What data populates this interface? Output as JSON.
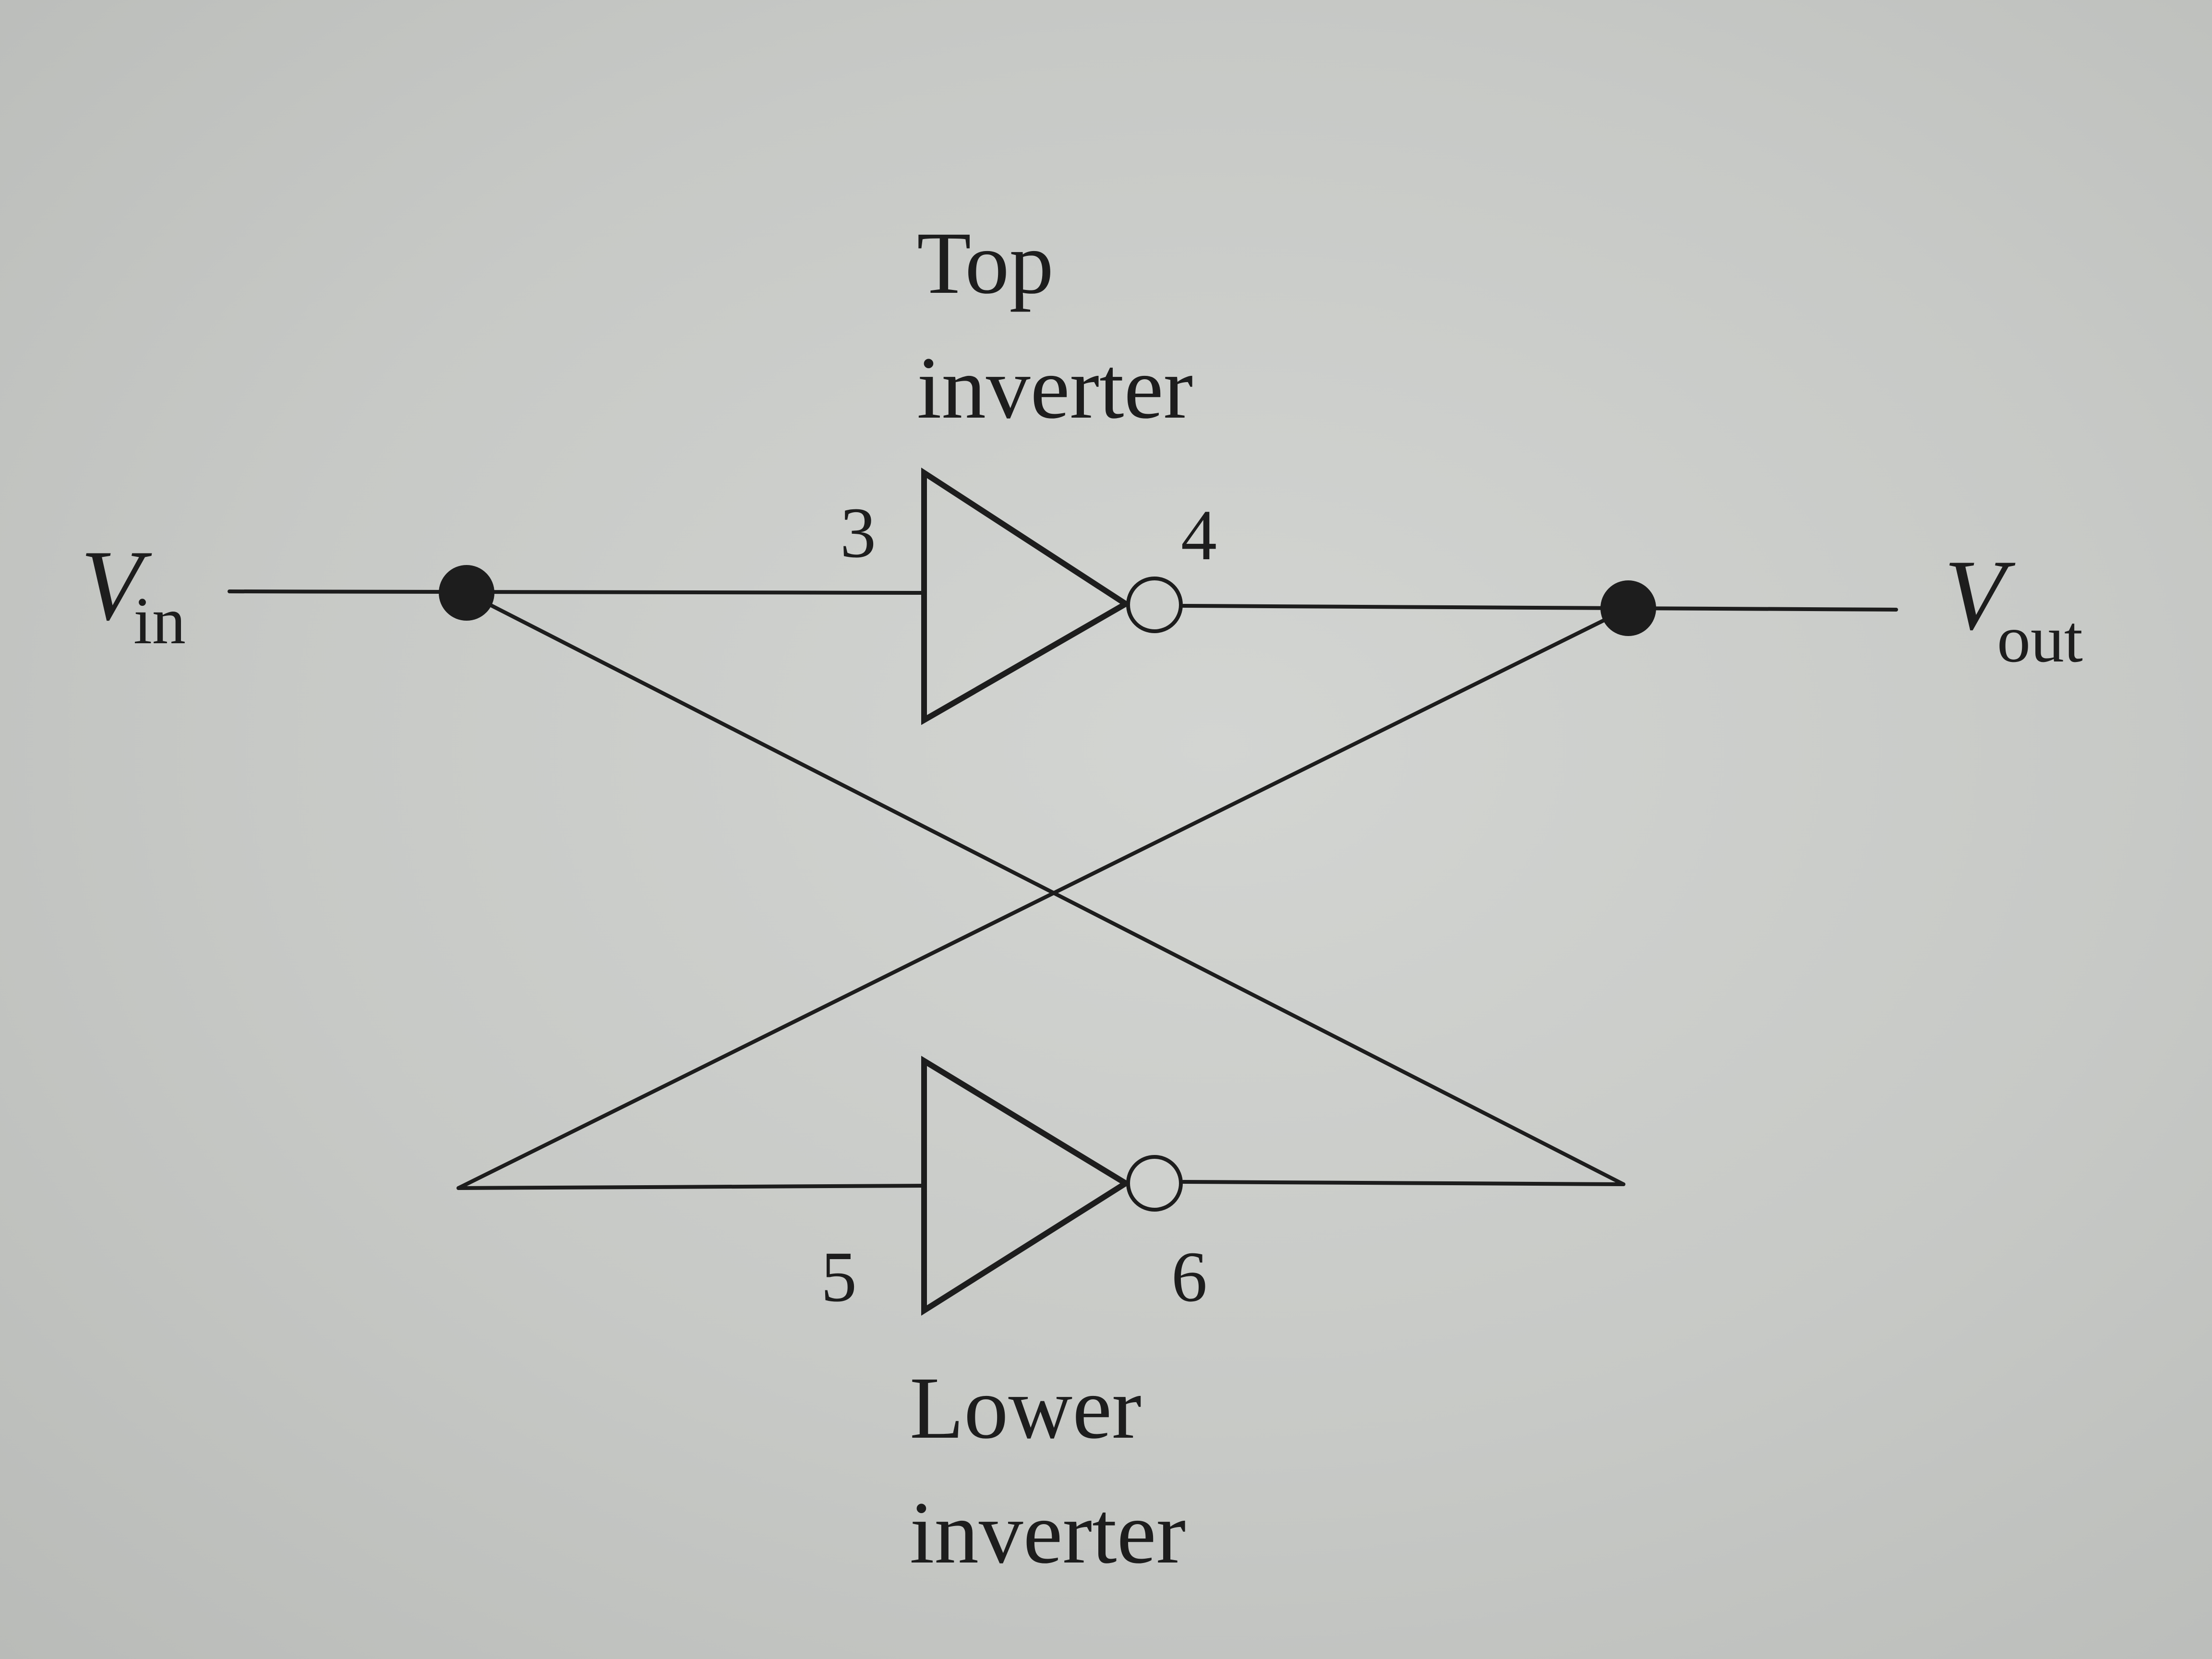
{
  "diagram": {
    "labels": {
      "top_caption_line1": "Top",
      "top_caption_line2": "inverter",
      "lower_caption_line1": "Lower",
      "lower_caption_line2": "inverter",
      "node_3": "3",
      "node_4": "4",
      "node_5": "5",
      "node_6": "6"
    },
    "signals": {
      "input_main": "V",
      "input_sub": "in",
      "output_main": "V",
      "output_sub": "out"
    },
    "components": [
      {
        "name": "Top inverter",
        "input_node": "3",
        "output_node": "4"
      },
      {
        "name": "Lower inverter",
        "input_node": "5",
        "output_node": "6"
      }
    ],
    "connections": [
      "Vin → node 3 (top inverter input)",
      "Vin → node 6 (lower inverter output)",
      "node 4 (top inverter output) → Vout",
      "node 5 (lower inverter input) → Vout"
    ],
    "colors": {
      "ink": "#1d1d1d",
      "paper": "#c7c9c6"
    }
  }
}
